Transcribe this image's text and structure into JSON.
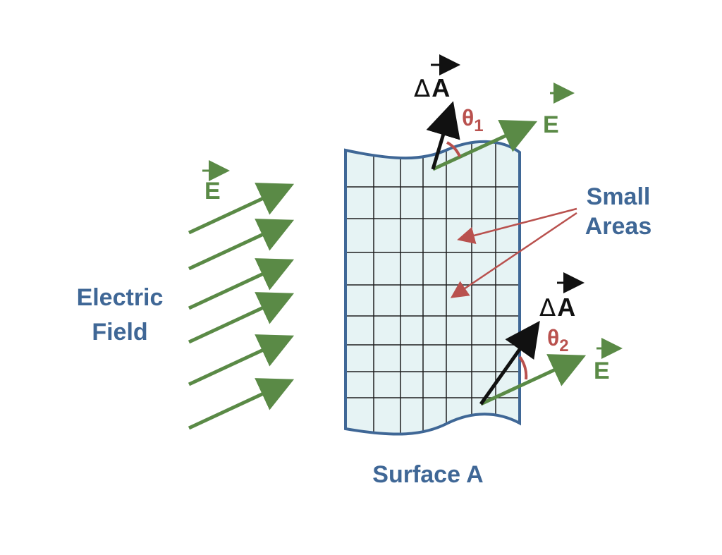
{
  "labels": {
    "electric_field_line1": "Electric",
    "electric_field_line2": "Field",
    "field_vector": "E",
    "small_areas_line1": "Small",
    "small_areas_line2": "Areas",
    "surface": "Surface A",
    "delta_symbol": "Δ",
    "area_vector": "A",
    "theta_symbol": "θ",
    "theta1_subscript": "1",
    "theta2_subscript": "2"
  },
  "colors": {
    "field_arrow": "#5A8A46",
    "label_text": "#3F6796",
    "surface_fill": "#E6F3F4",
    "surface_border": "#3F6796",
    "grid_line": "#1E1E1E",
    "pointer_arrow": "#B9514E",
    "angle_text": "#B9514E",
    "normal_arrow": "#111111"
  }
}
